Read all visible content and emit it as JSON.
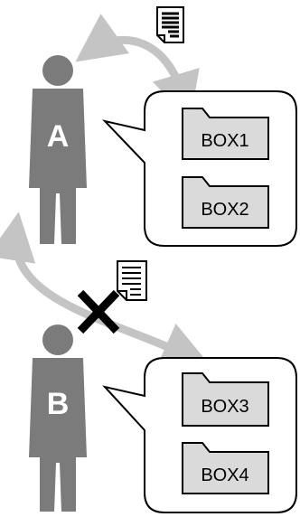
{
  "people": [
    {
      "label": "A"
    },
    {
      "label": "B"
    }
  ],
  "boxes": [
    {
      "label": "BOX1"
    },
    {
      "label": "BOX2"
    },
    {
      "label": "BOX3"
    },
    {
      "label": "BOX4"
    }
  ],
  "colors": {
    "person": "#7b7b7b",
    "arrow": "#c4c4c4",
    "folder": "#dadada",
    "outline": "#000000",
    "cross": "#000000"
  }
}
